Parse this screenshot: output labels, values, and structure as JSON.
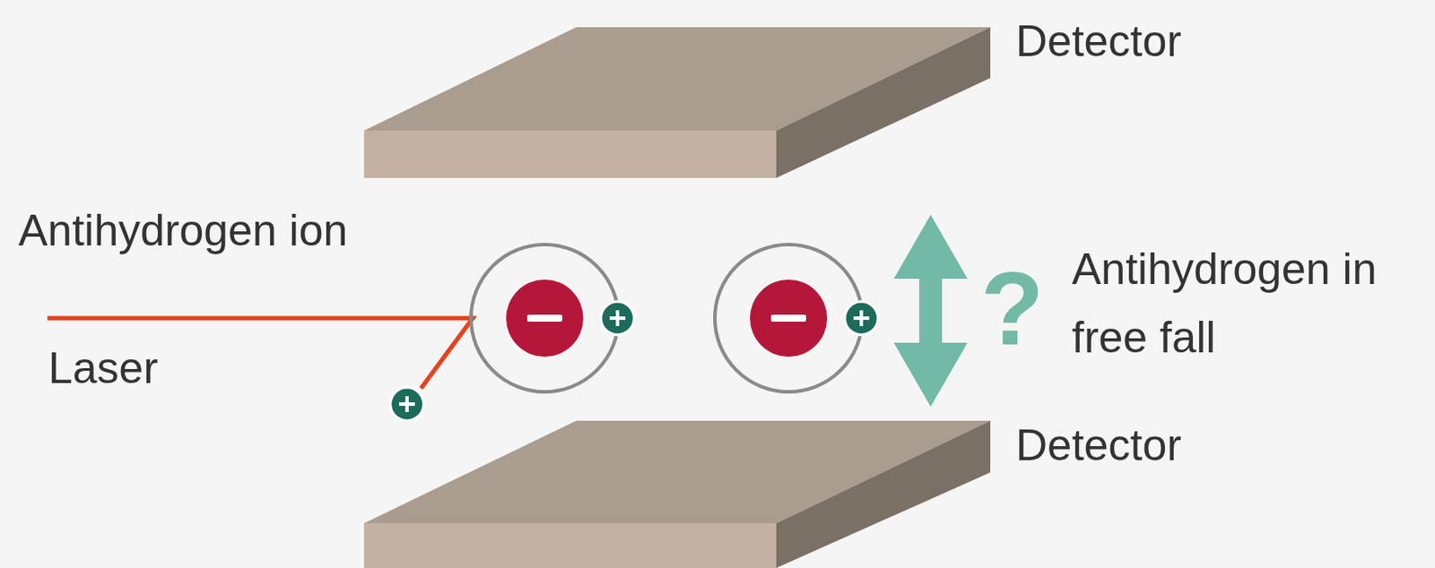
{
  "diagram": {
    "labels": [
      "Detector",
      "Antihydrogen ion",
      "?",
      "Antihydrogen in free fall",
      "Laser",
      "Detector"
    ]
  }
}
